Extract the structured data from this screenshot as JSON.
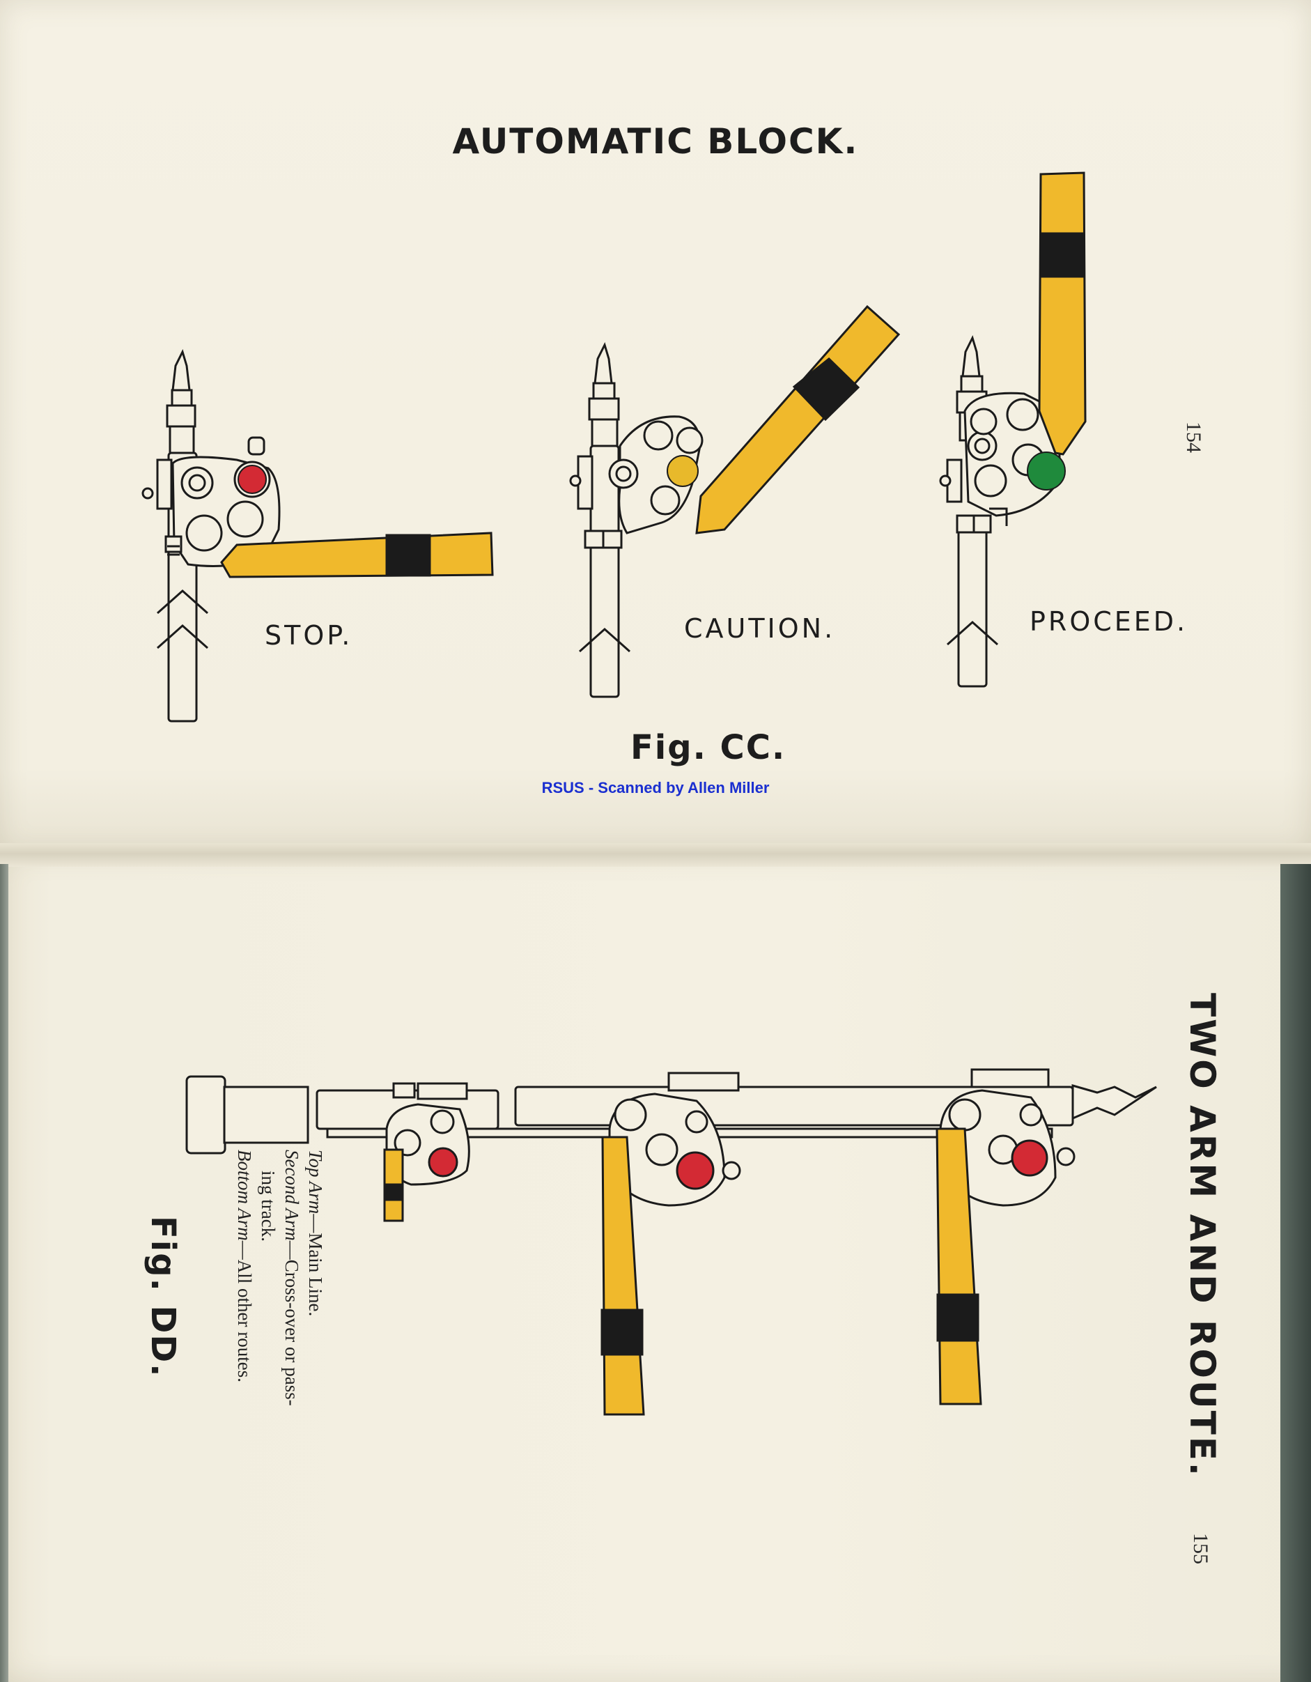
{
  "top_page": {
    "title": "AUTOMATIC BLOCK.",
    "signals": [
      {
        "label": "STOP.",
        "lamp_color": "#d32a34"
      },
      {
        "label": "CAUTION.",
        "lamp_color": "#e8b92b"
      },
      {
        "label": "PROCEED.",
        "lamp_color": "#1f8a3c"
      }
    ],
    "figure": "Fig. CC.",
    "page_number": "154",
    "credit": "RSUS - Scanned by Allen Miller"
  },
  "bottom_page": {
    "title": "TWO ARM AND ROUTE.",
    "figure": "Fig. DD.",
    "page_number": "155",
    "legend": [
      {
        "term": "Top Arm",
        "text": "—Main Line."
      },
      {
        "term": "Second Arm",
        "text": "—Cross-over or pass-"
      },
      {
        "term": "",
        "text": "ing track."
      },
      {
        "term": "Bottom Arm",
        "text": "—All other routes."
      }
    ]
  },
  "colors": {
    "arm_yellow": "#f0b92c",
    "band_black": "#1b1b1b",
    "lamp_red": "#d32a34",
    "lamp_green": "#1f8a3c",
    "paper": "#f4f0e2",
    "credit_blue": "#1a2fd0"
  }
}
